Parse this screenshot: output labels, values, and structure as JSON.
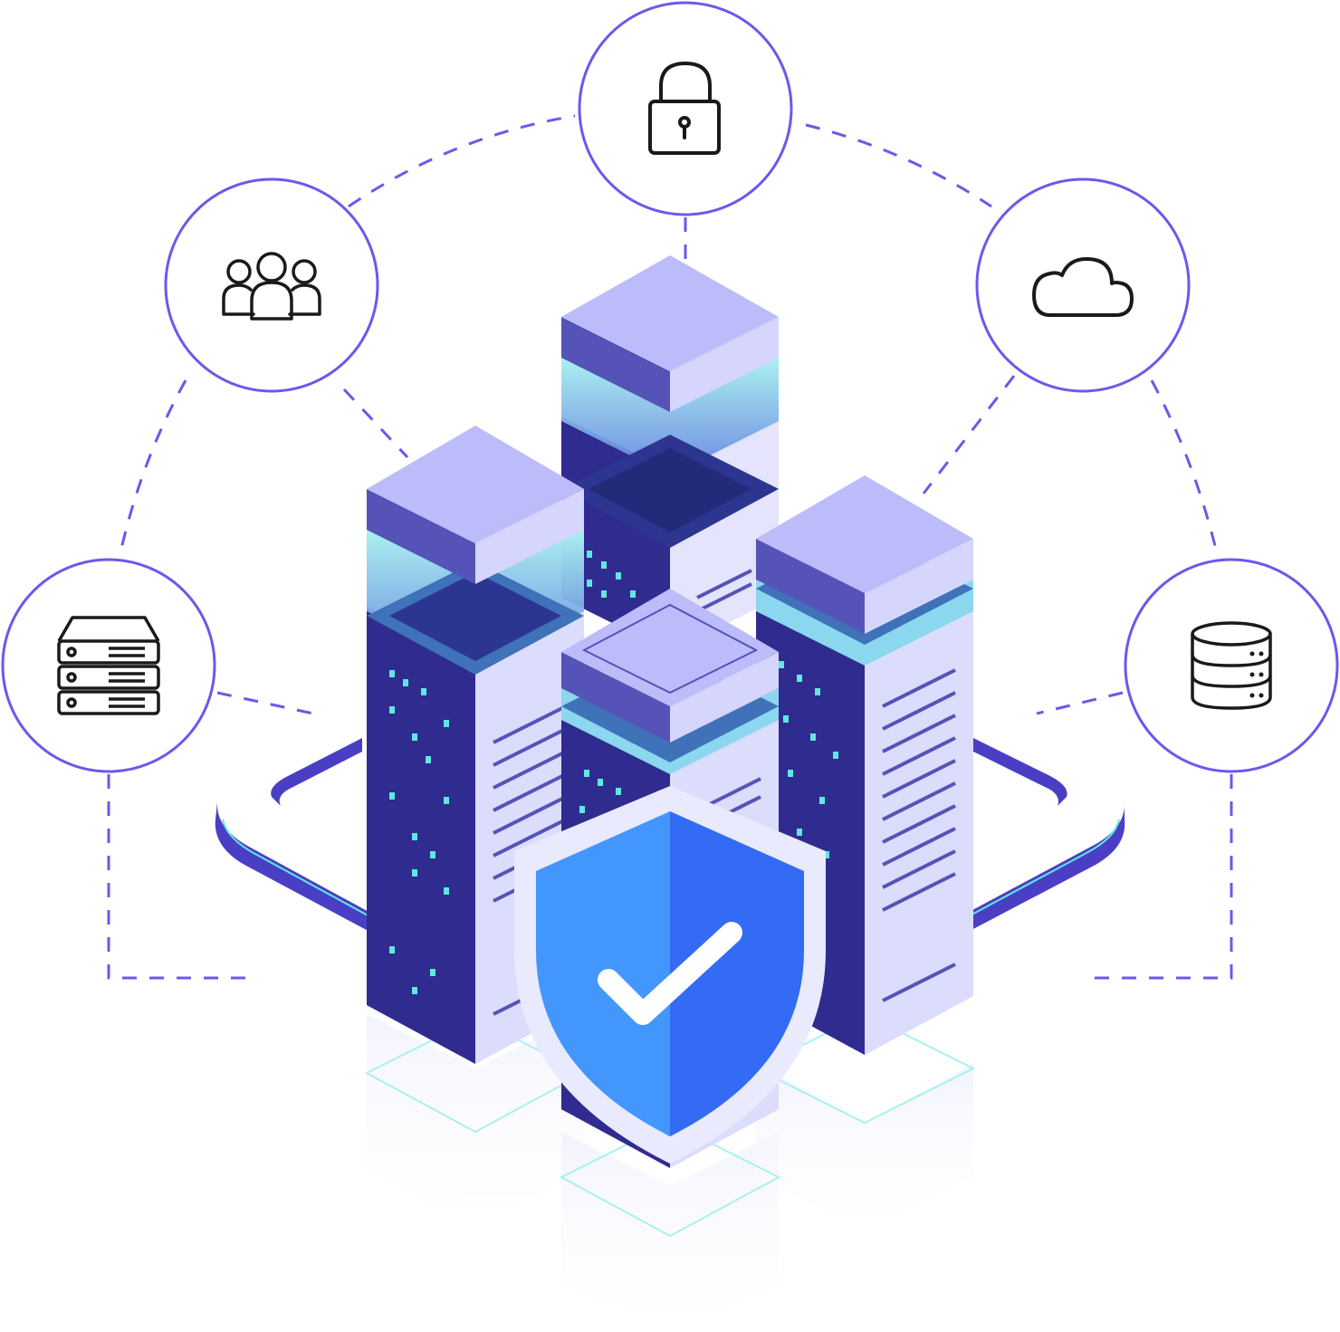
{
  "colors": {
    "background": "#ffffff",
    "ring": "#6d57ec",
    "dash": "#6d57ec",
    "icon_stroke": "#1a1a1a",
    "tower_top": "#bcbcfb",
    "tower_top_side": "#5553b7",
    "tower_dark": "#302b8f",
    "tower_light": "#dcdcfc",
    "glow": "#aef5f0",
    "window": "#5ee8e0",
    "platform": "#4a3fc4",
    "platform_line": "#5ee8e0",
    "shield_left": "#4396fb",
    "shield_right": "#346bf5",
    "shield_rim": "#e9eafd",
    "check": "#ffffff"
  },
  "nodes": [
    {
      "id": "team",
      "icon": "people-icon"
    },
    {
      "id": "security",
      "icon": "padlock-icon"
    },
    {
      "id": "cloud",
      "icon": "cloud-icon"
    },
    {
      "id": "servers",
      "icon": "server-rack-icon"
    },
    {
      "id": "storage",
      "icon": "database-icon"
    }
  ],
  "center": {
    "icon": "shield-check-icon"
  }
}
